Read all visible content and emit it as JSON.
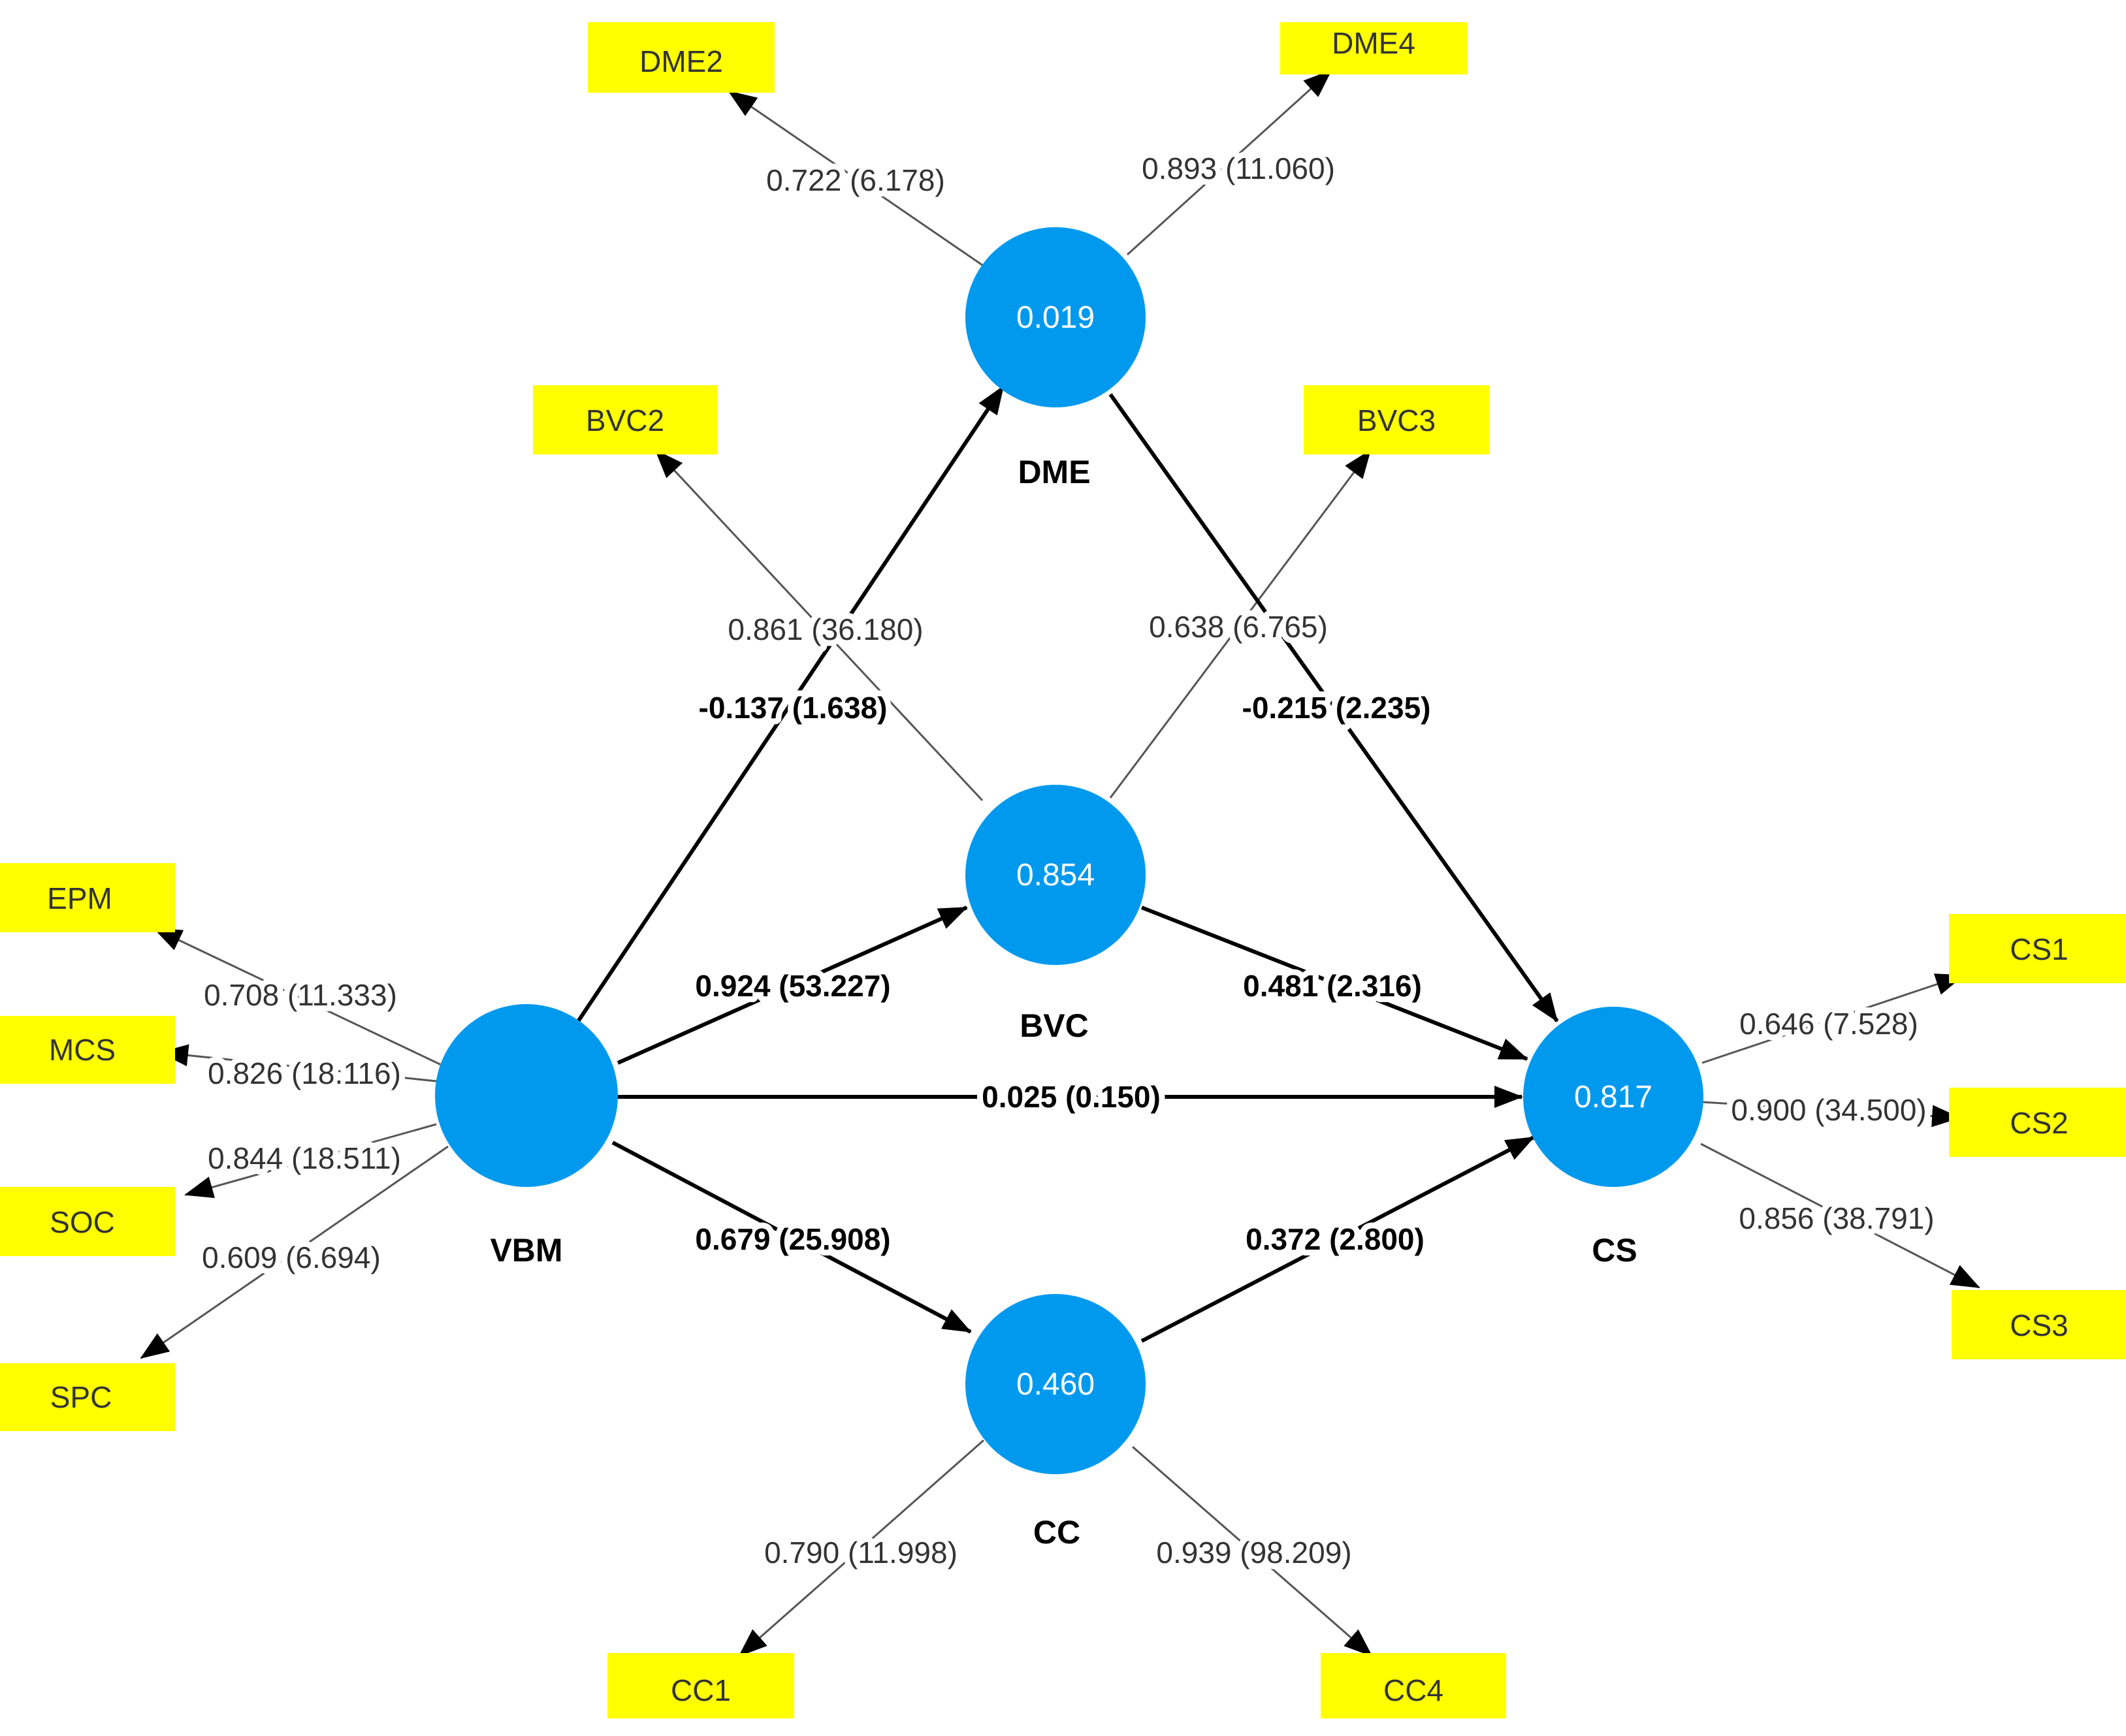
{
  "colors": {
    "construct_fill": "#0099ee",
    "indicator_fill": "#ffff00",
    "path_stroke": "#000000",
    "loading_stroke": "#555555"
  },
  "constructs": {
    "DME": {
      "name": "DME",
      "value": "0.019"
    },
    "BVC": {
      "name": "BVC",
      "value": "0.854"
    },
    "VBM": {
      "name": "VBM",
      "value": ""
    },
    "CS": {
      "name": "CS",
      "value": "0.817"
    },
    "CC": {
      "name": "CC",
      "value": "0.460"
    }
  },
  "indicators": {
    "DME2": "DME2",
    "DME4": "DME4",
    "BVC2": "BVC2",
    "BVC3": "BVC3",
    "EPM": "EPM",
    "MCS": "MCS",
    "SOC": "SOC",
    "SPC": "SPC",
    "CS1": "CS1",
    "CS2": "CS2",
    "CS3": "CS3",
    "CC1": "CC1",
    "CC4": "CC4"
  },
  "loadings": {
    "DME_DME2": "0.722 (6.178)",
    "DME_DME4": "0.893 (11.060)",
    "BVC_BVC2": "0.861 (36.180)",
    "BVC_BVC3": "0.638 (6.765)",
    "VBM_EPM": "0.708 (11.333)",
    "VBM_MCS": "0.826 (18.116)",
    "VBM_SOC": "0.844 (18.511)",
    "VBM_SPC": "0.609 (6.694)",
    "CS_CS1": "0.646 (7.528)",
    "CS_CS2": "0.900 (34.500)",
    "CS_CS3": "0.856 (38.791)",
    "CC_CC1": "0.790 (11.998)",
    "CC_CC4": "0.939 (98.209)"
  },
  "paths": {
    "VBM_DME": "-0.137 (1.638)",
    "DME_CS": "-0.215 (2.235)",
    "VBM_BVC": "0.924 (53.227)",
    "BVC_CS": "0.481 (2.316)",
    "VBM_CS": "0.025 (0.150)",
    "VBM_CC": "0.679 (25.908)",
    "CC_CS": "0.372 (2.800)"
  }
}
